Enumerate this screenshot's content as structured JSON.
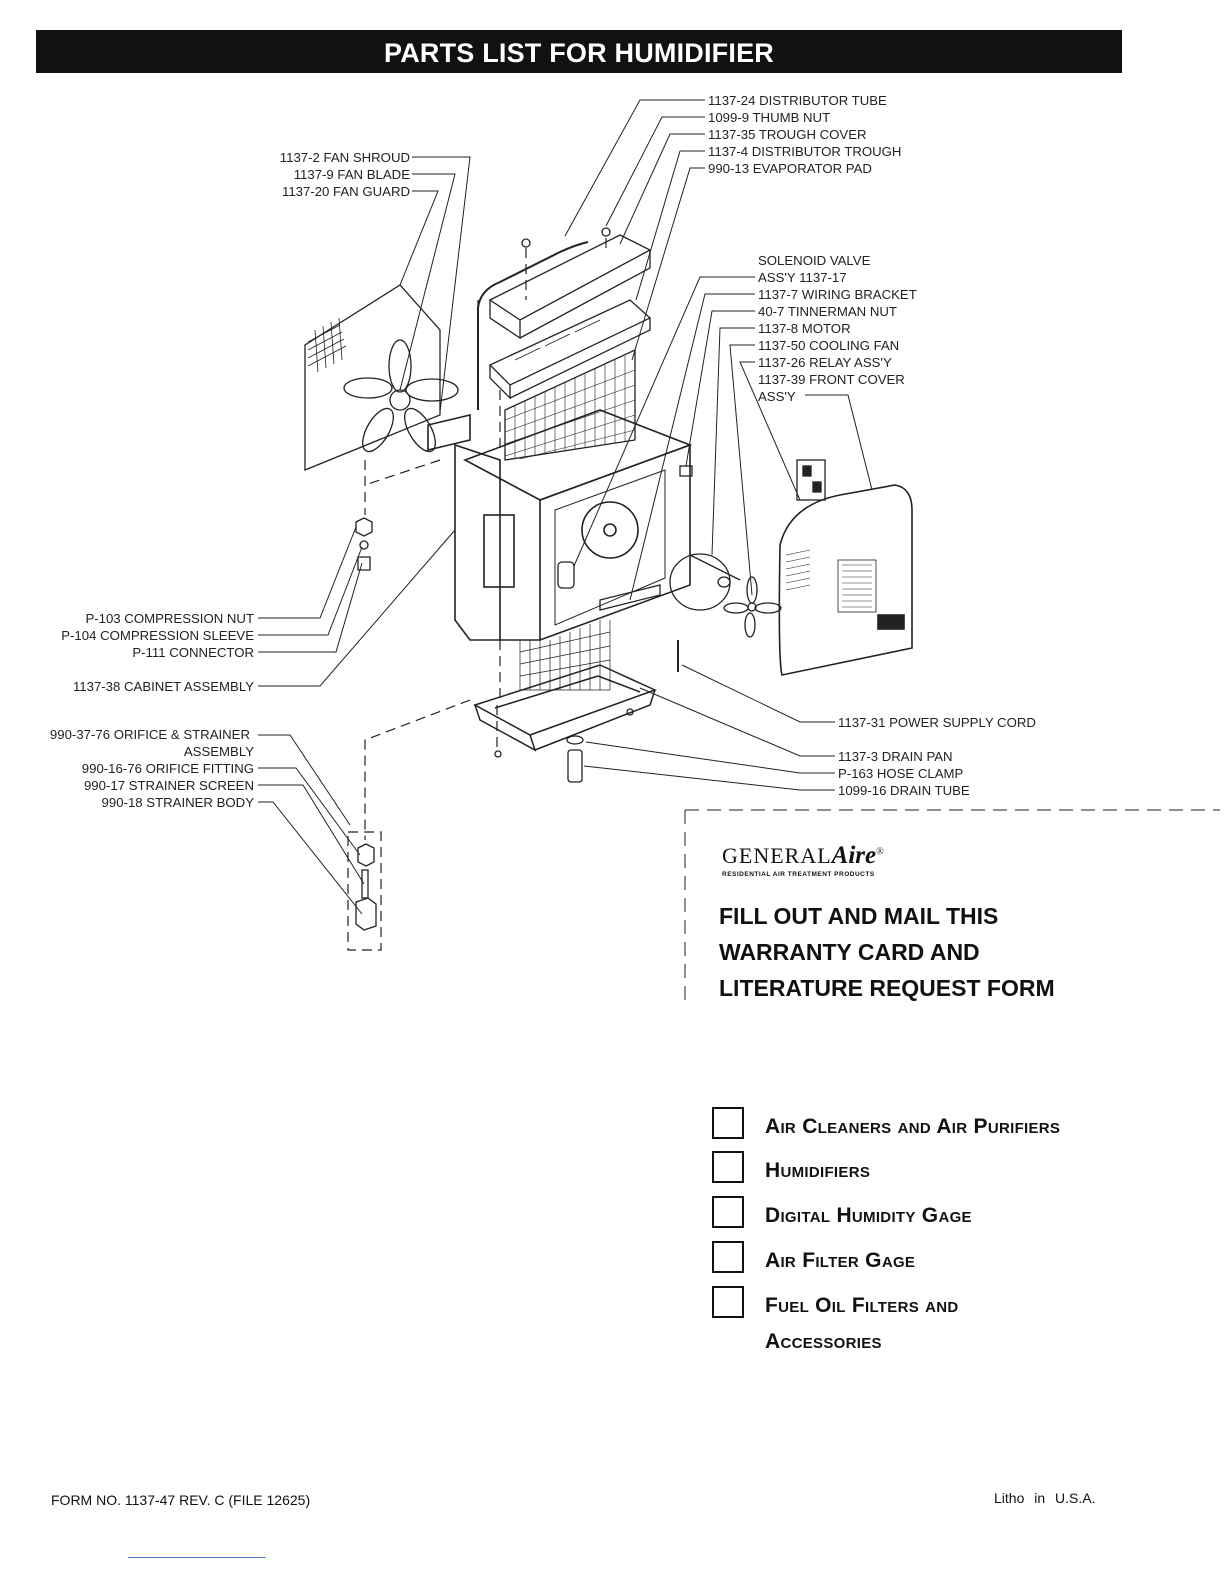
{
  "header": {
    "title": "PARTS LIST FOR HUMIDIFIER"
  },
  "parts": {
    "top_right": [
      "1137-24 DISTRIBUTOR TUBE",
      "1099-9 THUMB NUT",
      "1137-35 TROUGH COVER",
      "1137-4 DISTRIBUTOR TROUGH",
      "990-13 EVAPORATOR PAD"
    ],
    "top_left": [
      "1137-2 FAN SHROUD",
      "1137-9 FAN BLADE",
      "1137-20 FAN GUARD"
    ],
    "mid_right": [
      "SOLENOID VALVE",
      "ASS'Y 1137-17",
      "1137-7 WIRING BRACKET",
      "40-7 TINNERMAN NUT",
      "1137-8 MOTOR",
      "1137-50 COOLING FAN",
      "1137-26 RELAY ASS'Y",
      "1137-39 FRONT COVER",
      "ASS'Y"
    ],
    "mid_left": [
      "P-103 COMPRESSION NUT",
      "P-104 COMPRESSION SLEEVE",
      "P-111 CONNECTOR"
    ],
    "cabinet": "1137-38 CABINET ASSEMBLY",
    "lower_left": [
      "990-37-76 ORIFICE & STRAINER",
      "ASSEMBLY",
      "990-16-76 ORIFICE FITTING",
      "990-17 STRAINER SCREEN",
      "990-18 STRAINER BODY"
    ],
    "lower_right": [
      "1137-31 POWER SUPPLY CORD",
      "1137-3 DRAIN PAN",
      "P-163 HOSE CLAMP",
      "1099-16 DRAIN TUBE"
    ]
  },
  "card": {
    "brand_main": "GENERAL",
    "brand_italic": "Aire",
    "brand_mark": "®",
    "brand_sub": "RESIDENTIAL AIR TREATMENT PRODUCTS",
    "title_lines": [
      "FILL OUT AND MAIL THIS",
      "WARRANTY CARD AND",
      "LITERATURE REQUEST FORM"
    ],
    "options": [
      "Air Cleaners and Air Purifiers",
      "Humidifiers",
      "Digital Humidity Gage",
      "Air Filter Gage",
      "Fuel Oil Filters and Accessories"
    ]
  },
  "footer": {
    "form_no": "FORM NO. 1137-47 REV. C  (FILE 12625)",
    "litho": "Litho in U.S.A."
  }
}
